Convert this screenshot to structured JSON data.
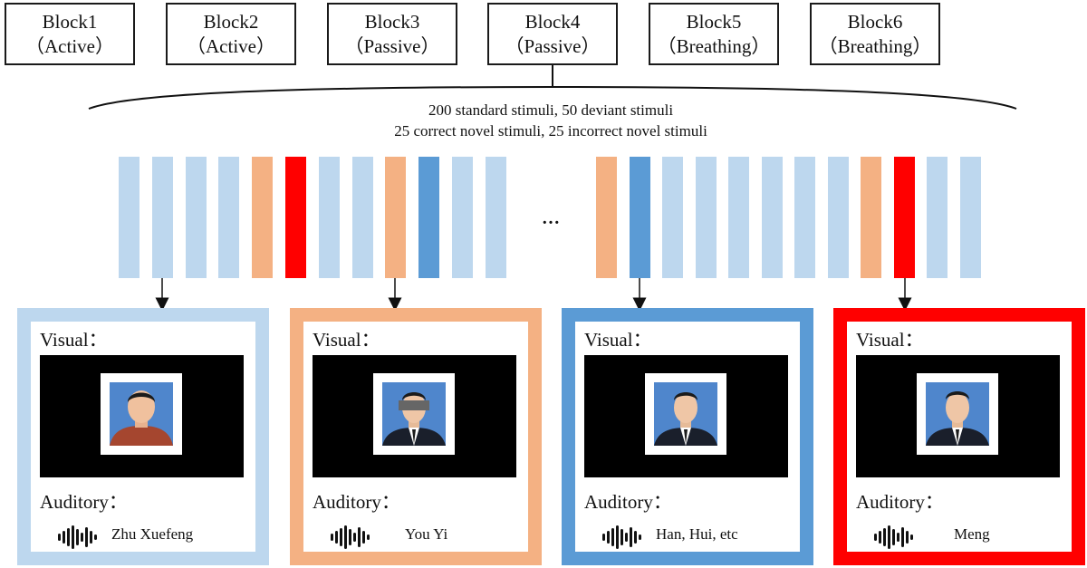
{
  "blocks": [
    {
      "name": "Block1",
      "condition": "（Active）"
    },
    {
      "name": "Block2",
      "condition": "（Active）"
    },
    {
      "name": "Block3",
      "condition": "（Passive）"
    },
    {
      "name": "Block4",
      "condition": "（Passive）"
    },
    {
      "name": "Block5",
      "condition": "（Breathing）"
    },
    {
      "name": "Block6",
      "condition": "（Breathing）"
    }
  ],
  "description": {
    "line1": "200 standard stimuli, 50 deviant stimuli",
    "line2": "25 correct novel stimuli, 25 incorrect novel stimuli"
  },
  "ellipsis": "…",
  "colors": {
    "standard": "#bdd7ee",
    "deviant": "#f4b183",
    "correct_novel": "#5b9bd5",
    "incorrect_novel": "#ff0000"
  },
  "sequence_left": [
    "standard",
    "standard",
    "standard",
    "standard",
    "deviant",
    "incorrect_novel",
    "standard",
    "standard",
    "deviant",
    "correct_novel",
    "standard",
    "standard"
  ],
  "sequence_right": [
    "deviant",
    "correct_novel",
    "standard",
    "standard",
    "standard",
    "standard",
    "standard",
    "standard",
    "deviant",
    "incorrect_novel",
    "standard",
    "standard"
  ],
  "cards": [
    {
      "visual_label": "Visual：",
      "auditory_label": "Auditory：",
      "name": "Zhu Xuefeng",
      "type": "standard",
      "icon": "sound-wave-icon"
    },
    {
      "visual_label": "Visual：",
      "auditory_label": "Auditory：",
      "name": "You Yi",
      "type": "deviant",
      "icon": "sound-wave-icon"
    },
    {
      "visual_label": "Visual：",
      "auditory_label": "Auditory：",
      "name": "Han, Hui, etc",
      "type": "correct_novel",
      "icon": "sound-wave-icon"
    },
    {
      "visual_label": "Visual：",
      "auditory_label": "Auditory：",
      "name": "Meng",
      "type": "incorrect_novel",
      "icon": "sound-wave-icon"
    }
  ]
}
